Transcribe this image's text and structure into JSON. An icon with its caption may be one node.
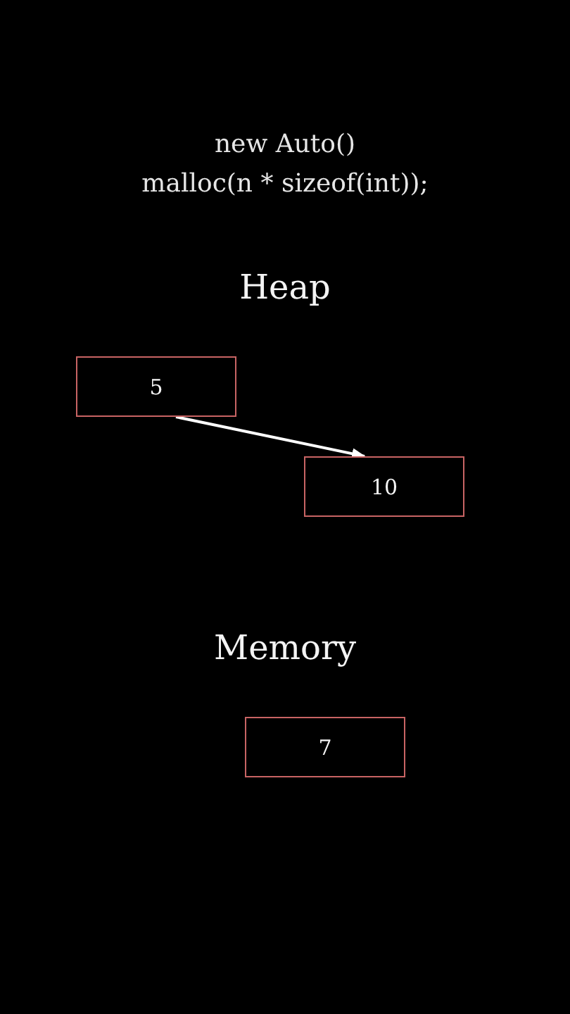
{
  "diagram": {
    "nodes": [
      {
        "text": [
          "5"
        ]
      },
      {
        "text": [
          "10"
        ]
      },
      {
        "text": [
          "7"
        ]
      }
    ],
    "edges": [
      {
        "from": 0,
        "to": 1,
        "arrow": "to"
      }
    ],
    "labels": [
      "new Auto()",
      "malloc(n * sizeof(int));",
      "Heap",
      "Memory"
    ]
  }
}
